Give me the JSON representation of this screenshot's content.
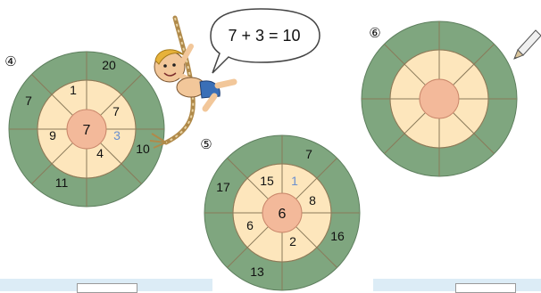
{
  "speech": {
    "text": "7 + 3 = 10"
  },
  "wheels": [
    {
      "number": "④",
      "center": "7",
      "inner": [
        "1",
        "7",
        "3",
        "4",
        "9"
      ],
      "outer": [
        "20",
        "10",
        "11",
        "7"
      ]
    },
    {
      "number": "⑤",
      "center": "6",
      "inner": [
        "1",
        "8",
        "2",
        "6",
        "15"
      ],
      "outer": [
        "7",
        "16",
        "13",
        "17"
      ]
    },
    {
      "number": "⑥",
      "center": "",
      "inner": [
        "",
        "",
        "",
        "",
        ""
      ],
      "outer": [
        "",
        "",
        "",
        ""
      ]
    }
  ],
  "colors": {
    "outer_ring": "#7fa67f",
    "inner_ring": "#fde6bc",
    "center": "#f3b99a",
    "hint": "#6a8fcf",
    "text": "#111111"
  },
  "icons": [
    "climbing-boy-illustration",
    "pencil-icon"
  ]
}
